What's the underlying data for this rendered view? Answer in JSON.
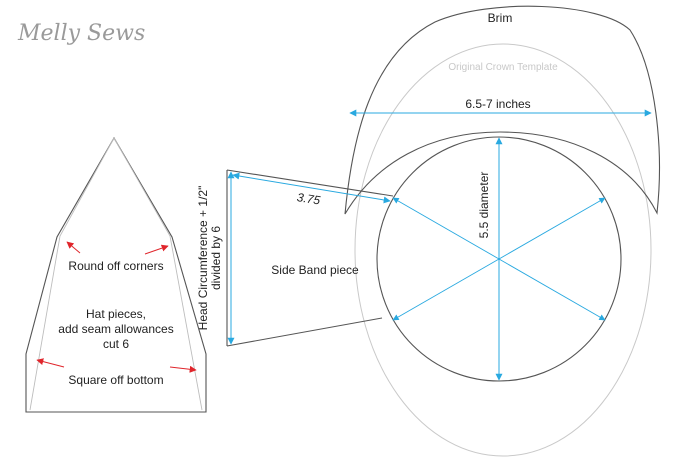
{
  "watermark": "Melly Sews",
  "labels": {
    "brim": "Brim",
    "original_crown_template": "Original Crown Template",
    "brim_width": "6.5-7 inches",
    "diameter": "5.5 diameter",
    "radius": "3.75",
    "side_band_dim_line1": "Head Circumference + 1/2\"",
    "side_band_dim_line2": "divided by 6",
    "side_band_piece": "Side Band piece",
    "round_off_corners": "Round off corners",
    "hat_pieces_line1": "Hat pieces,",
    "hat_pieces_line2": "add seam allowances",
    "hat_pieces_line3": "cut 6",
    "square_off_bottom": "Square off bottom"
  },
  "colors": {
    "outline": "#555555",
    "faint_outline": "#c9c9c9",
    "dimension": "#29a9e0",
    "arrow_red": "#e0252b",
    "text": "#222222",
    "watermark": "#9a9a9a"
  }
}
